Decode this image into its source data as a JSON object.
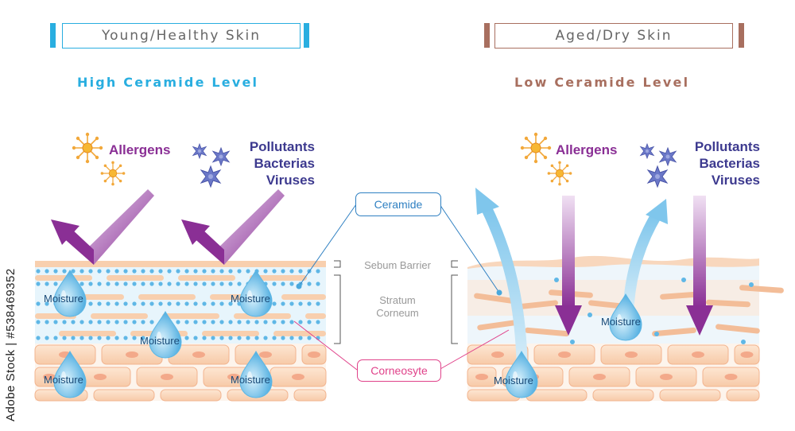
{
  "left_panel": {
    "title": "Young/Healthy Skin",
    "subtitle": "High Ceramide Level",
    "allergens": "Allergens",
    "pollutants": [
      "Pollutants",
      "Bacterias",
      "Viruses"
    ],
    "moisture": "Moisture",
    "accent_color": "#29aee0"
  },
  "right_panel": {
    "title": "Aged/Dry Skin",
    "subtitle": "Low Ceramide Level",
    "allergens": "Allergens",
    "pollutants": [
      "Pollutants",
      "Bacterias",
      "Viruses"
    ],
    "moisture": "Moisture",
    "accent_color": "#a86f5f"
  },
  "middle": {
    "ceramide_label": "Ceramide",
    "sebum_label": "Sebum Barrier",
    "stratum_label": [
      "Stratum",
      "Corneum"
    ],
    "corneosyte_label": "Corneosyte"
  },
  "watermark": "Adobe Stock | #538469352",
  "colors": {
    "arrow_purple": "#8b3a96",
    "ceramide_blue": "#2f80c2",
    "corneosyte_pink": "#e0428a",
    "water_blue": "#4aa8dc"
  },
  "icons": [
    "allergen-sun-icon",
    "pollutant-star-icon",
    "moisture-drop-icon"
  ]
}
